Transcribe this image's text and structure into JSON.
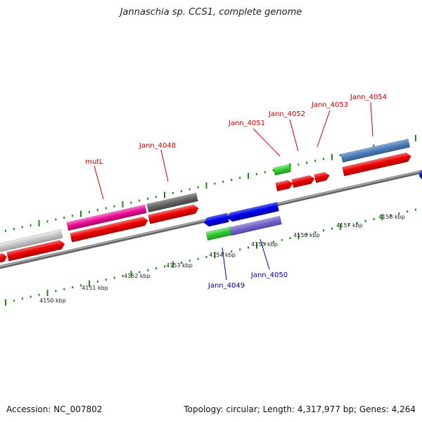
{
  "title": "Jannaschia sp. CCS1, complete genome",
  "footer": {
    "accession": "Accession: NC_007802",
    "stats": "Topology: circular; Length: 4,317,977 bp; Genes: 4,264"
  },
  "ruler_labels": [
    "4150 kbp",
    "4151 kbp",
    "4152 kbp",
    "4153 kbp",
    "4154 kbp",
    "4155 kbp",
    "4156 kbp",
    "4157 kbp",
    "4158 kbp"
  ],
  "gene_labels": [
    {
      "text": "mutL",
      "color": "#cc0000"
    },
    {
      "text": "Jann_4048",
      "color": "#cc0000"
    },
    {
      "text": "Jann_4051",
      "color": "#cc0000"
    },
    {
      "text": "Jann_4052",
      "color": "#cc0000"
    },
    {
      "text": "Jann_4053",
      "color": "#cc0000"
    },
    {
      "text": "Jann_4054",
      "color": "#cc0000"
    },
    {
      "text": "Jann_4049",
      "color": "#0000aa"
    },
    {
      "text": "Jann_4050",
      "color": "#0000aa"
    }
  ],
  "colors": {
    "backbone": "#888888",
    "tick_green": "#1a8a1a",
    "cds_red": "#ee0000",
    "cds_blue": "#0000ee",
    "pink": "#ee1199",
    "dark_gray": "#666666",
    "light_gray": "#c8c8c8",
    "green": "#33cc33",
    "purple": "#7766cc",
    "steel_blue": "#4f80b8"
  }
}
